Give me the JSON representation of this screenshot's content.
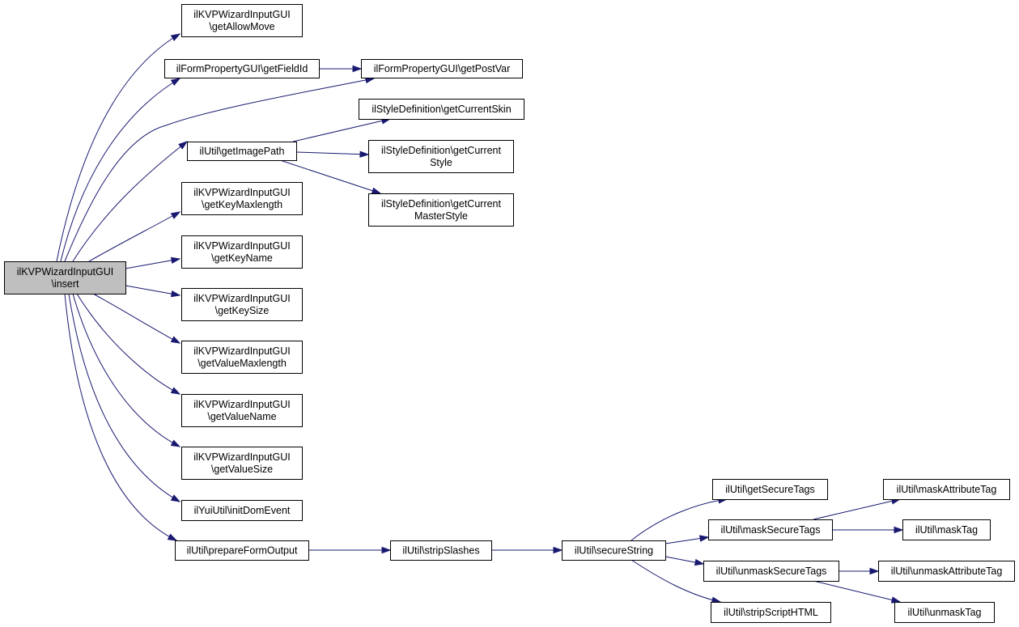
{
  "graph": {
    "edge_color": "#191970",
    "root_fill": "#bfbfbf",
    "nodes": [
      {
        "id": "insert",
        "lines": [
          "ilKVPWizardInputGUI",
          "\\insert"
        ],
        "root": true
      },
      {
        "id": "getAllowMove",
        "lines": [
          "ilKVPWizardInputGUI",
          "\\getAllowMove"
        ]
      },
      {
        "id": "getFieldId",
        "lines": [
          "ilFormPropertyGUI\\getFieldId"
        ]
      },
      {
        "id": "getPostVar",
        "lines": [
          "ilFormPropertyGUI\\getPostVar"
        ]
      },
      {
        "id": "getImagePath",
        "lines": [
          "ilUtil\\getImagePath"
        ]
      },
      {
        "id": "getCurrentSkin",
        "lines": [
          "ilStyleDefinition\\getCurrentSkin"
        ]
      },
      {
        "id": "getCurrentStyle",
        "lines": [
          "ilStyleDefinition\\getCurrent",
          "Style"
        ]
      },
      {
        "id": "getCurrentMasterStyle",
        "lines": [
          "ilStyleDefinition\\getCurrent",
          "MasterStyle"
        ]
      },
      {
        "id": "getKeyMaxlength",
        "lines": [
          "ilKVPWizardInputGUI",
          "\\getKeyMaxlength"
        ]
      },
      {
        "id": "getKeyName",
        "lines": [
          "ilKVPWizardInputGUI",
          "\\getKeyName"
        ]
      },
      {
        "id": "getKeySize",
        "lines": [
          "ilKVPWizardInputGUI",
          "\\getKeySize"
        ]
      },
      {
        "id": "getValueMaxlength",
        "lines": [
          "ilKVPWizardInputGUI",
          "\\getValueMaxlength"
        ]
      },
      {
        "id": "getValueName",
        "lines": [
          "ilKVPWizardInputGUI",
          "\\getValueName"
        ]
      },
      {
        "id": "getValueSize",
        "lines": [
          "ilKVPWizardInputGUI",
          "\\getValueSize"
        ]
      },
      {
        "id": "initDomEvent",
        "lines": [
          "ilYuiUtil\\initDomEvent"
        ]
      },
      {
        "id": "prepareFormOutput",
        "lines": [
          "ilUtil\\prepareFormOutput"
        ]
      },
      {
        "id": "stripSlashes",
        "lines": [
          "ilUtil\\stripSlashes"
        ]
      },
      {
        "id": "secureString",
        "lines": [
          "ilUtil\\secureString"
        ]
      },
      {
        "id": "getSecureTags",
        "lines": [
          "ilUtil\\getSecureTags"
        ]
      },
      {
        "id": "maskSecureTags",
        "lines": [
          "ilUtil\\maskSecureTags"
        ]
      },
      {
        "id": "unmaskSecureTags",
        "lines": [
          "ilUtil\\unmaskSecureTags"
        ]
      },
      {
        "id": "stripScriptHTML",
        "lines": [
          "ilUtil\\stripScriptHTML"
        ]
      },
      {
        "id": "maskAttributeTag",
        "lines": [
          "ilUtil\\maskAttributeTag"
        ]
      },
      {
        "id": "maskTag",
        "lines": [
          "ilUtil\\maskTag"
        ]
      },
      {
        "id": "unmaskAttributeTag",
        "lines": [
          "ilUtil\\unmaskAttributeTag"
        ]
      },
      {
        "id": "unmaskTag",
        "lines": [
          "ilUtil\\unmaskTag"
        ]
      }
    ],
    "edges": [
      {
        "from": "insert",
        "to": "getAllowMove"
      },
      {
        "from": "insert",
        "to": "getFieldId"
      },
      {
        "from": "insert",
        "to": "getPostVar"
      },
      {
        "from": "insert",
        "to": "getImagePath"
      },
      {
        "from": "insert",
        "to": "getKeyMaxlength"
      },
      {
        "from": "insert",
        "to": "getKeyName"
      },
      {
        "from": "insert",
        "to": "getKeySize"
      },
      {
        "from": "insert",
        "to": "getValueMaxlength"
      },
      {
        "from": "insert",
        "to": "getValueName"
      },
      {
        "from": "insert",
        "to": "getValueSize"
      },
      {
        "from": "insert",
        "to": "initDomEvent"
      },
      {
        "from": "insert",
        "to": "prepareFormOutput"
      },
      {
        "from": "getFieldId",
        "to": "getPostVar"
      },
      {
        "from": "getImagePath",
        "to": "getCurrentSkin"
      },
      {
        "from": "getImagePath",
        "to": "getCurrentStyle"
      },
      {
        "from": "getImagePath",
        "to": "getCurrentMasterStyle"
      },
      {
        "from": "prepareFormOutput",
        "to": "stripSlashes"
      },
      {
        "from": "stripSlashes",
        "to": "secureString"
      },
      {
        "from": "secureString",
        "to": "getSecureTags"
      },
      {
        "from": "secureString",
        "to": "maskSecureTags"
      },
      {
        "from": "secureString",
        "to": "unmaskSecureTags"
      },
      {
        "from": "secureString",
        "to": "stripScriptHTML"
      },
      {
        "from": "maskSecureTags",
        "to": "maskAttributeTag"
      },
      {
        "from": "maskSecureTags",
        "to": "maskTag"
      },
      {
        "from": "unmaskSecureTags",
        "to": "unmaskAttributeTag"
      },
      {
        "from": "unmaskSecureTags",
        "to": "unmaskTag"
      }
    ]
  }
}
